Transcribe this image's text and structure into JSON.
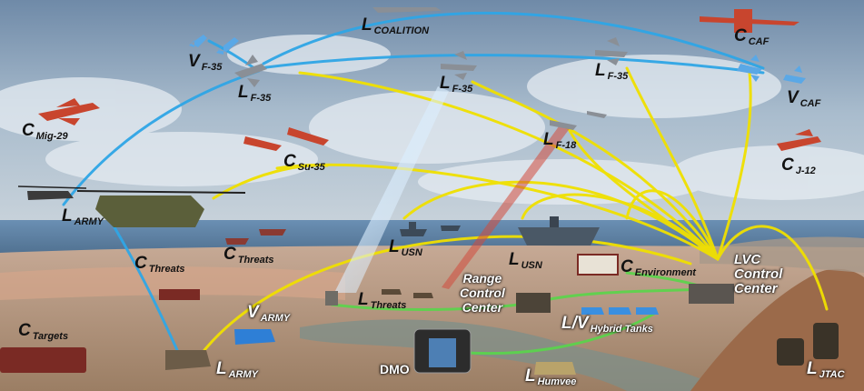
{
  "labels": {
    "coalition": {
      "letter": "L",
      "sub": "COALITION"
    },
    "v_f35_left": {
      "letter": "V",
      "sub": "F-35"
    },
    "l_f35_left": {
      "letter": "L",
      "sub": "F-35"
    },
    "l_f35_mid": {
      "letter": "L",
      "sub": "F-35"
    },
    "l_f35_right": {
      "letter": "L",
      "sub": "F-35"
    },
    "c_caf": {
      "letter": "C",
      "sub": "CAF"
    },
    "v_caf": {
      "letter": "V",
      "sub": "CAF"
    },
    "c_mig29": {
      "letter": "C",
      "sub": "Mig-29"
    },
    "l_f18": {
      "letter": "L",
      "sub": "F-18"
    },
    "c_j12": {
      "letter": "C",
      "sub": "J-12"
    },
    "c_su35": {
      "letter": "C",
      "sub": "Su-35"
    },
    "l_army_top": {
      "letter": "L",
      "sub": "ARMY"
    },
    "c_threats_sea": {
      "letter": "C",
      "sub": "Threats"
    },
    "c_threats_land": {
      "letter": "C",
      "sub": "Threats"
    },
    "l_usn_left": {
      "letter": "L",
      "sub": "USN"
    },
    "l_usn_right": {
      "letter": "L",
      "sub": "USN"
    },
    "c_environment": {
      "letter": "C",
      "sub": "Environment"
    },
    "c_targets": {
      "letter": "C",
      "sub": "Targets"
    },
    "v_army": {
      "letter": "V",
      "sub": "ARMY"
    },
    "l_threats_ground": {
      "letter": "L",
      "sub": "Threats"
    },
    "lv_hybrid_tanks": {
      "letter": "L/V",
      "sub": "Hybrid Tanks"
    },
    "l_army_bottom": {
      "letter": "L",
      "sub": "ARMY"
    },
    "l_humvee": {
      "letter": "L",
      "sub": "Humvee"
    },
    "l_jtac": {
      "letter": "L",
      "sub": "JTAC"
    }
  },
  "centers": {
    "range_control": [
      "Range",
      "Control",
      "Center"
    ],
    "lvc_control": [
      "LVC",
      "Control",
      "Center"
    ]
  },
  "dmo": "DMO",
  "colors": {
    "sky": "#9fb3c8",
    "sea": "#5b7fa0",
    "ground": "#b79a80",
    "blue_link": "#2fa6e6",
    "yellow_link": "#f0e000",
    "green_link": "#59d64a",
    "red_beam": "#d24a3c"
  },
  "icons": [
    "fighter-jet-icon",
    "helicopter-icon",
    "ship-icon",
    "carrier-icon",
    "tank-icon",
    "truck-icon",
    "humvee-icon",
    "soldier-icon",
    "radar-icon",
    "control-center-icon",
    "dmo-building-icon"
  ]
}
